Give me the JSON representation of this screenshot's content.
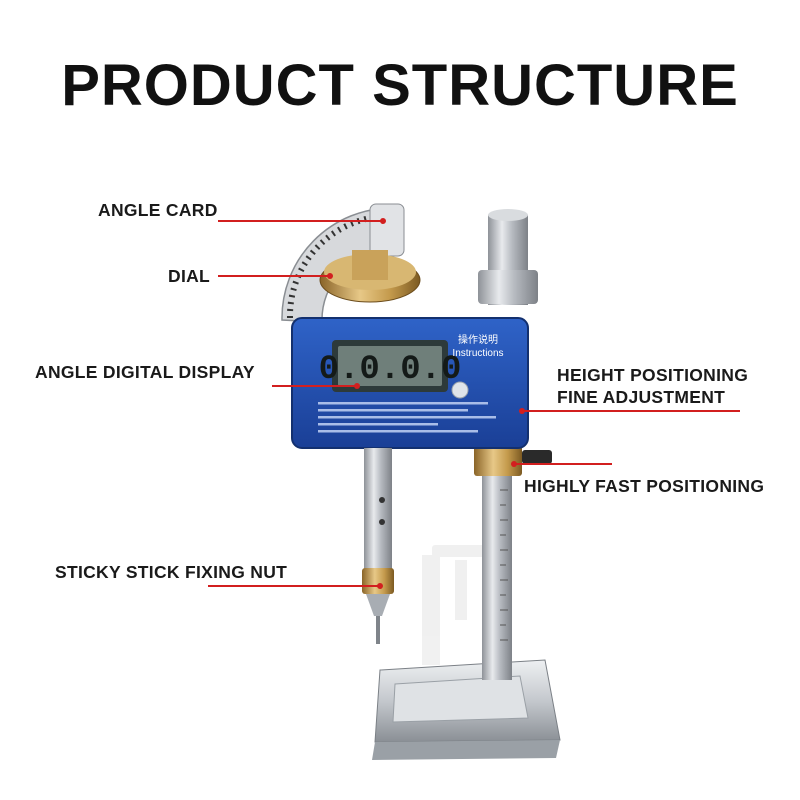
{
  "title": "PRODUCT STRUCTURE",
  "labels": {
    "angle_card": "ANGLE CARD",
    "dial": "DIAL",
    "angle_digital_display": "ANGLE DIGITAL DISPLAY",
    "height_positioning": "HEIGHT POSITIONING",
    "fine_adjustment": "FINE ADJUSTMENT",
    "highly_fast_positioning": "HIGHLY FAST POSITIONING",
    "sticky_stick_fixing_nut": "STICKY STICK FIXING NUT"
  },
  "device": {
    "panel_heading_cn": "操作说明",
    "panel_heading_en": "Instructions",
    "lcd_readout": "0.0.0.0"
  },
  "colors": {
    "accent": "#d21f1f",
    "panel_blue": "#1f4fb3",
    "brass": "#c9a25a",
    "steel": "#b9bcc2"
  }
}
